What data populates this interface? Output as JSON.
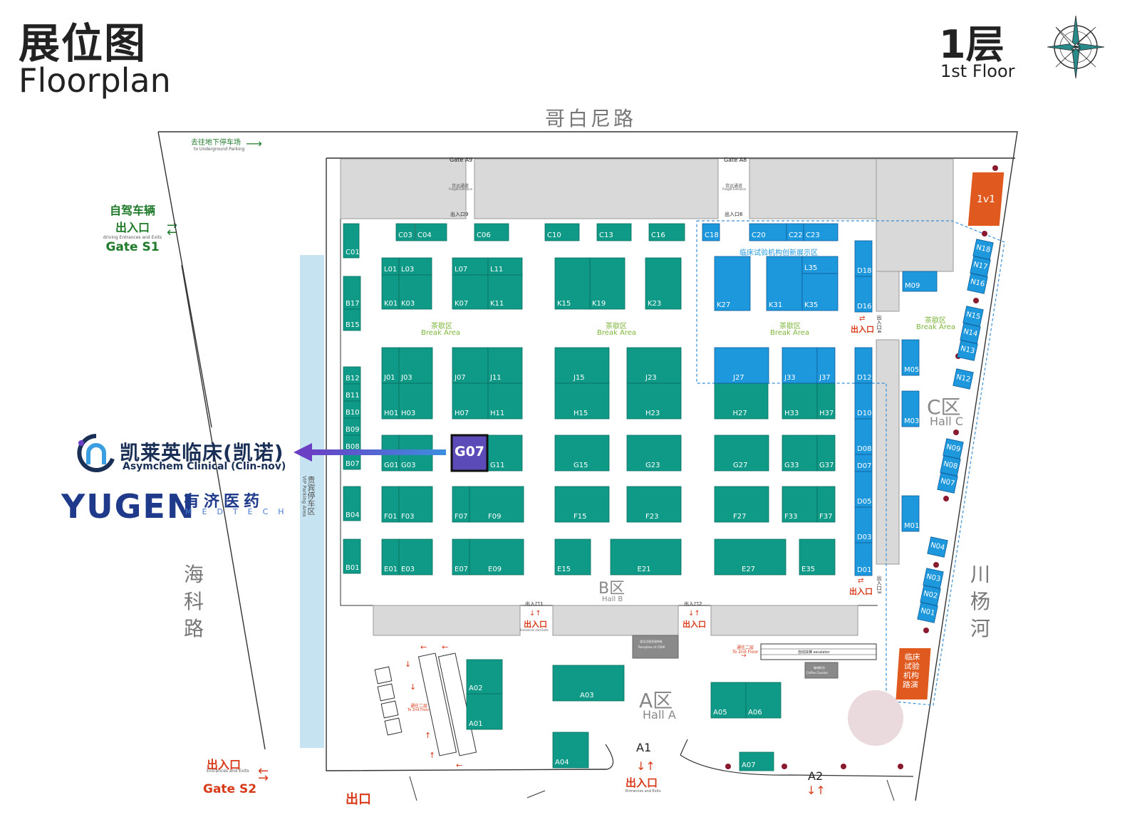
{
  "title": {
    "cn": "展位图",
    "en": "Floorplan"
  },
  "floor": {
    "cn": "1层",
    "en": "1st Floor"
  },
  "roads": {
    "north": "哥白尼路",
    "west": "海科路",
    "east": "川杨河"
  },
  "gates": {
    "s1": {
      "cn": "自驾车辆",
      "cn2": "出入口",
      "en_small": "driving Entrances and Exits",
      "en": "Gate S1"
    },
    "s2": {
      "cn": "出入口",
      "en_small": "Entrances and Exits",
      "en": "Gate S2"
    },
    "a1": {
      "label": "A1",
      "cn": "出入口",
      "en_small": "Entrances and Exits"
    },
    "a2": {
      "label": "A2"
    },
    "bottom_exit": "出口",
    "a9": "Gate A9",
    "a8": "Gate A8"
  },
  "parking": {
    "underground_cn": "去往地下停车场",
    "underground_en": "to Underground Parking",
    "vip_cn": "贵宾停车区",
    "vip_en": "VIP Parking Area"
  },
  "halls": {
    "a": {
      "cn": "A区",
      "en": "Hall A"
    },
    "b": {
      "cn": "B区",
      "en": "Hall B"
    },
    "c": {
      "cn": "C区",
      "en": "Hall C"
    }
  },
  "areas": {
    "break_cn": "茶歇区",
    "break_en": "Break Area",
    "clinical_showcase": "临床试验机构创新展示区",
    "roadshow": "临床试验机构路演",
    "one_v_one": "1v1",
    "freight_cn": "货运通道",
    "freight_en": "Freight Entrance",
    "to2f_cn": "通往二层",
    "to2f_en": "To 2nd Floor",
    "escalator": "自动扶梯 escalator",
    "reception": "会议注册及接待处",
    "reception_en": "Reception of CDIW",
    "coffee_cn": "咖啡柜台",
    "coffee_en": "Coffee Counter"
  },
  "exits": {
    "cn": "出入口",
    "en_small": "Entrances and Exits",
    "e1": "出入口1",
    "e2": "出入口2",
    "e3": "出入口3",
    "e4": "出入口4",
    "e6": "出入口6",
    "e9": "出入口9"
  },
  "highlight": {
    "booth": "G07",
    "company_cn": "凯莱英临床(凯诺)",
    "company_en": "Asymchem Clinical (Clin-nov)"
  },
  "yugen": {
    "name": "YUGEN",
    "cn": "有济医药",
    "en": "MEDTECH"
  },
  "booths": {
    "teal": [
      "C01",
      "C03",
      "C04",
      "C06",
      "C10",
      "C13",
      "C16",
      "L01",
      "L03",
      "K01",
      "K03",
      "L07",
      "L11",
      "K07",
      "K11",
      "K15",
      "K19",
      "K23",
      "B17",
      "B15",
      "B12",
      "B11",
      "B10",
      "B09",
      "B08",
      "B07",
      "B04",
      "B01",
      "J01",
      "J03",
      "H01",
      "H03",
      "J07",
      "J11",
      "H07",
      "H11",
      "J15",
      "H15",
      "J23",
      "H23",
      "H27",
      "H33",
      "H37",
      "G01",
      "G03",
      "G11",
      "G15",
      "G23",
      "G27",
      "G33",
      "G37",
      "F01",
      "F03",
      "F07",
      "F09",
      "F15",
      "F23",
      "F27",
      "F33",
      "F37",
      "E01",
      "E03",
      "E07",
      "E09",
      "E15",
      "E21",
      "E27",
      "E35",
      "A01",
      "A02",
      "A03",
      "A04",
      "A05",
      "A06",
      "A07"
    ],
    "blue": [
      "C18",
      "C20",
      "C22",
      "C23",
      "K27",
      "K31",
      "L35",
      "K35",
      "J27",
      "J33",
      "J37",
      "D18",
      "D16",
      "D12",
      "D10",
      "D08",
      "D07",
      "D05",
      "D03",
      "D01",
      "M09",
      "M05",
      "M03",
      "M01",
      "N18",
      "N17",
      "N16",
      "N15",
      "N14",
      "N13",
      "N12",
      "N09",
      "N08",
      "N07",
      "N04",
      "N03",
      "N02",
      "N01"
    ]
  },
  "colors": {
    "teal": "#0f9a87",
    "blue": "#1e98dc",
    "grey": "#d9d9d9",
    "orange": "#e05a1f",
    "highlight": "#5b4bb8",
    "vip": "#c5e3f0",
    "green": "#1f7a2a",
    "red": "#d83a1a",
    "lime": "#7db53a"
  }
}
